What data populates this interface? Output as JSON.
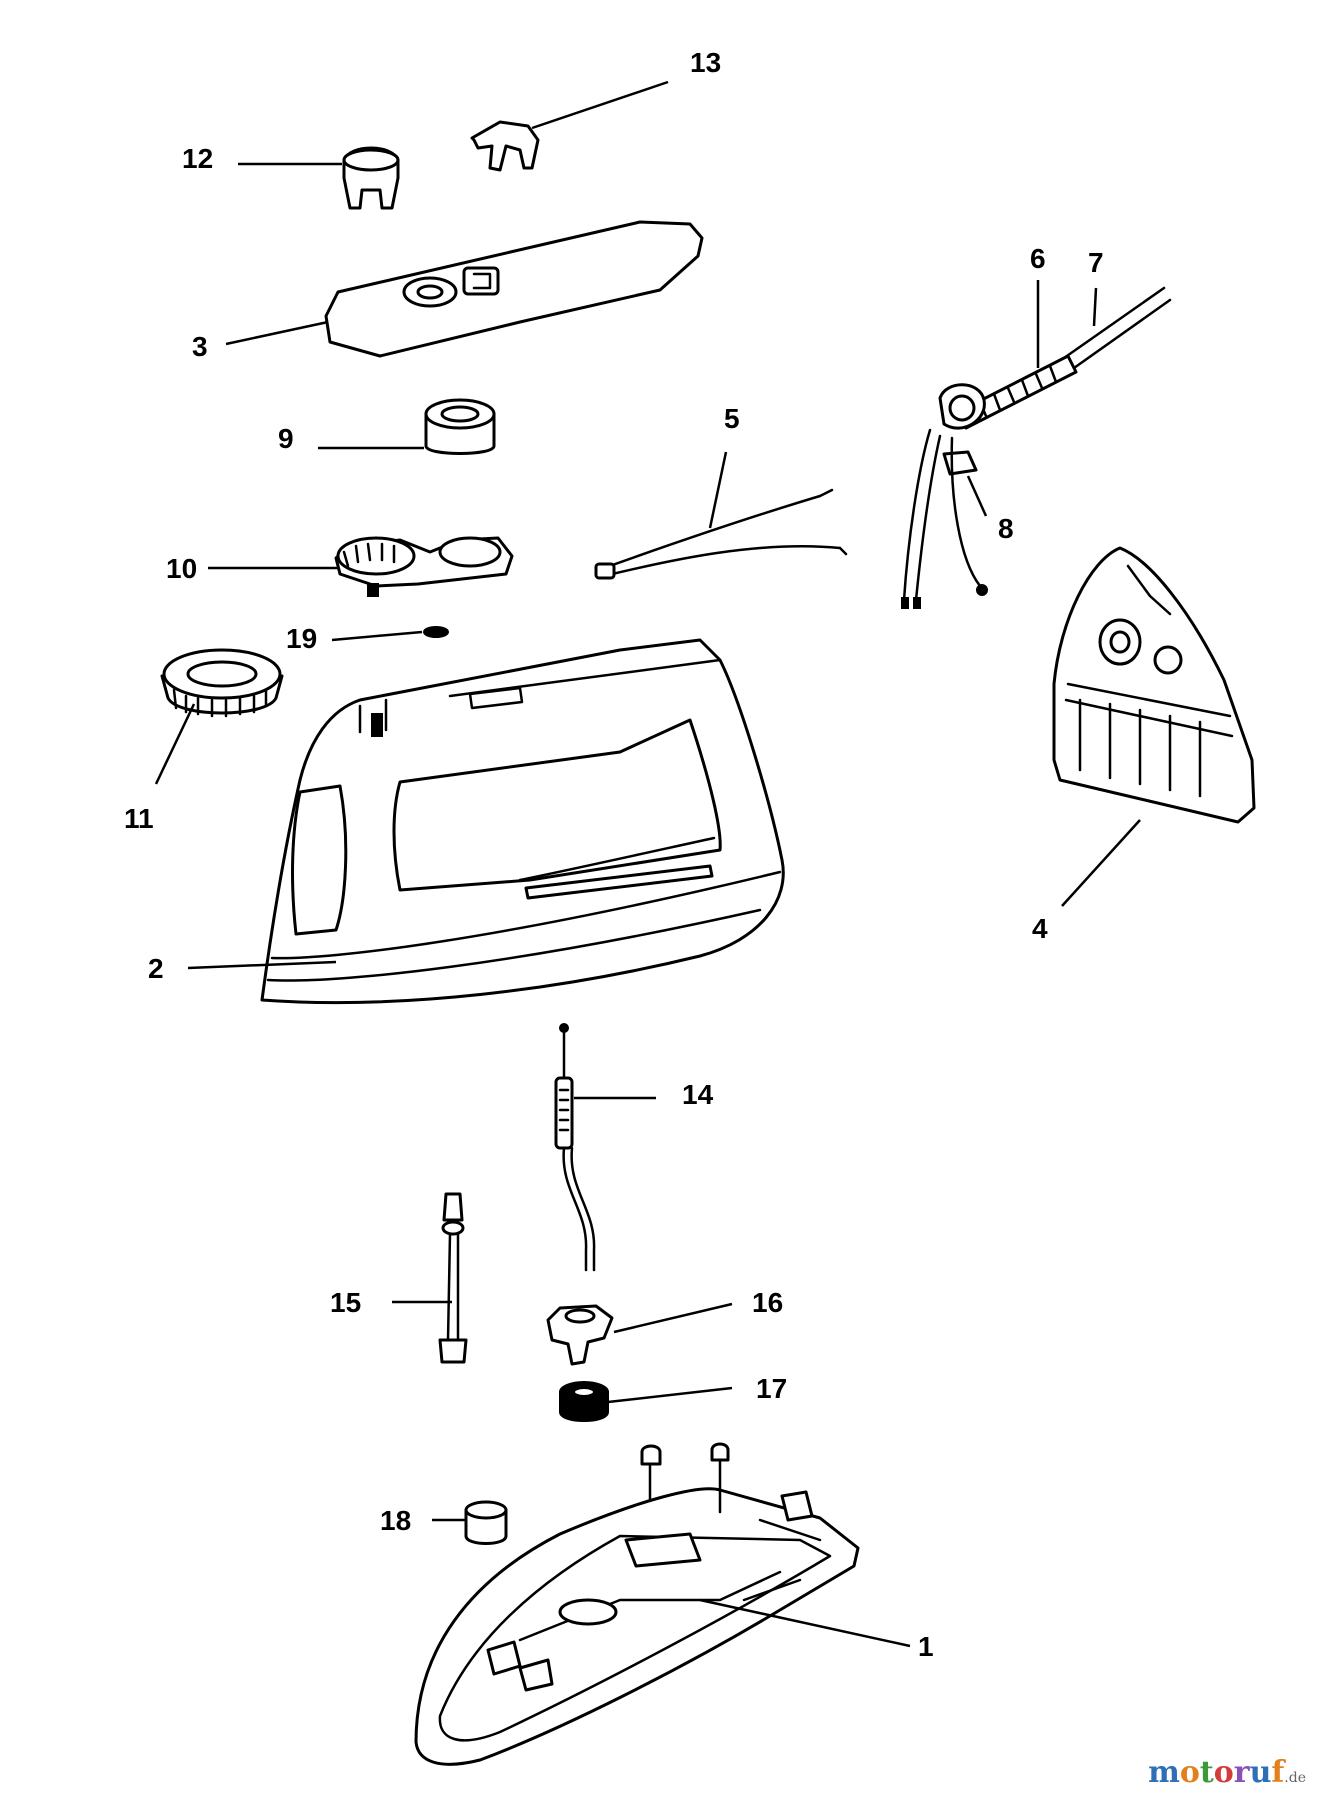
{
  "diagram": {
    "callouts": {
      "c1": "1",
      "c2": "2",
      "c3": "3",
      "c4": "4",
      "c5": "5",
      "c6": "6",
      "c7": "7",
      "c8": "8",
      "c9": "9",
      "c10": "10",
      "c11": "11",
      "c12": "12",
      "c13": "13",
      "c14": "14",
      "c15": "15",
      "c16": "16",
      "c17": "17",
      "c18": "18",
      "c19": "19"
    }
  },
  "watermark": {
    "letters": [
      "m",
      "o",
      "t",
      "o",
      "r",
      "u",
      "f"
    ],
    "suffix": ".de",
    "colors": [
      "#2e6fb5",
      "#e2801c",
      "#3a9a3a",
      "#d23c3c",
      "#8a4fb8",
      "#2e6fb5",
      "#e2801c"
    ]
  }
}
